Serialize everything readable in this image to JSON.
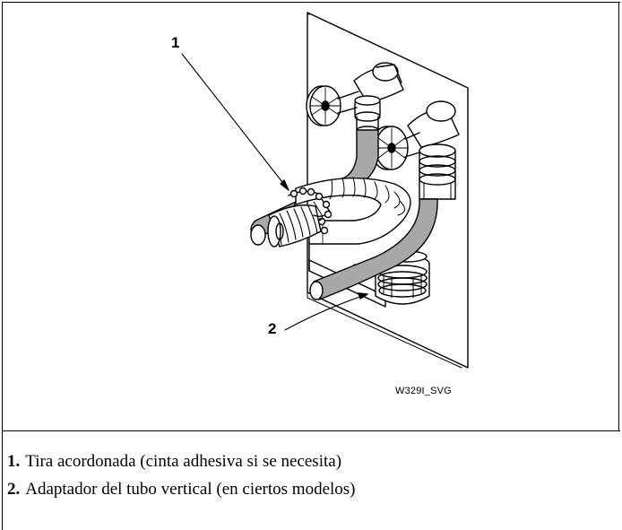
{
  "figure": {
    "callouts": [
      {
        "number": "1"
      },
      {
        "number": "2"
      }
    ],
    "code": "W329I_SVG"
  },
  "legend": [
    {
      "number": "1.",
      "text": "Tira acordonada (cinta adhesiva si se necesita)"
    },
    {
      "number": "2.",
      "text": "Adaptador del tubo vertical (en ciertos modelos)"
    }
  ]
}
